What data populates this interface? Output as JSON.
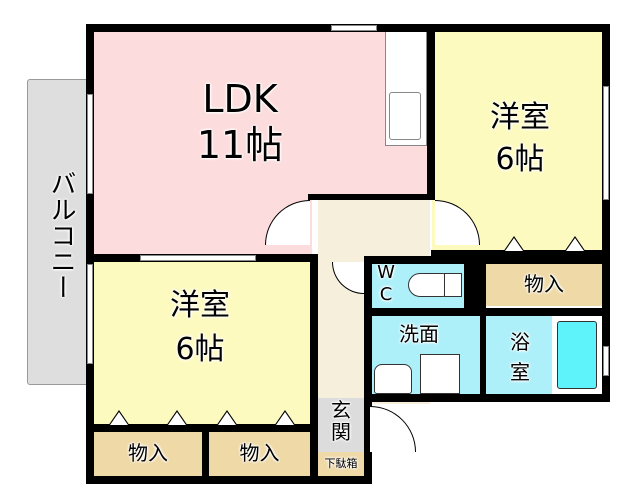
{
  "floorplan": {
    "balcony": {
      "label": "バルコニー"
    },
    "rooms": [
      {
        "id": "ldk",
        "name": "LDK",
        "size": "11帖",
        "color": "#fcdcdc"
      },
      {
        "id": "western_room_ne",
        "name": "洋室",
        "size": "6帖",
        "color": "#fdfac0"
      },
      {
        "id": "western_room_sw",
        "name": "洋室",
        "size": "6帖",
        "color": "#fdfac0"
      },
      {
        "id": "storage_ne",
        "name": "物入",
        "color": "#efd9a6"
      },
      {
        "id": "storage_sw1",
        "name": "物入",
        "color": "#efd9a6"
      },
      {
        "id": "storage_sw2",
        "name": "物入",
        "color": "#efd9a6"
      },
      {
        "id": "toilet",
        "name": "W\nC",
        "line1": "W",
        "line2": "C",
        "color": "#aef0fa"
      },
      {
        "id": "washroom",
        "name": "洗面",
        "color": "#aef0fa"
      },
      {
        "id": "bathroom",
        "name": "浴室",
        "line1": "浴",
        "line2": "室",
        "color": "#aef0fa"
      },
      {
        "id": "entrance",
        "name": "玄関",
        "line1": "玄",
        "line2": "関",
        "color": "#dcdcdc"
      },
      {
        "id": "shoe_box",
        "name": "下駄箱",
        "color": "#efd9a6"
      },
      {
        "id": "hallway",
        "name": "",
        "color": "#f6efdc"
      }
    ]
  }
}
